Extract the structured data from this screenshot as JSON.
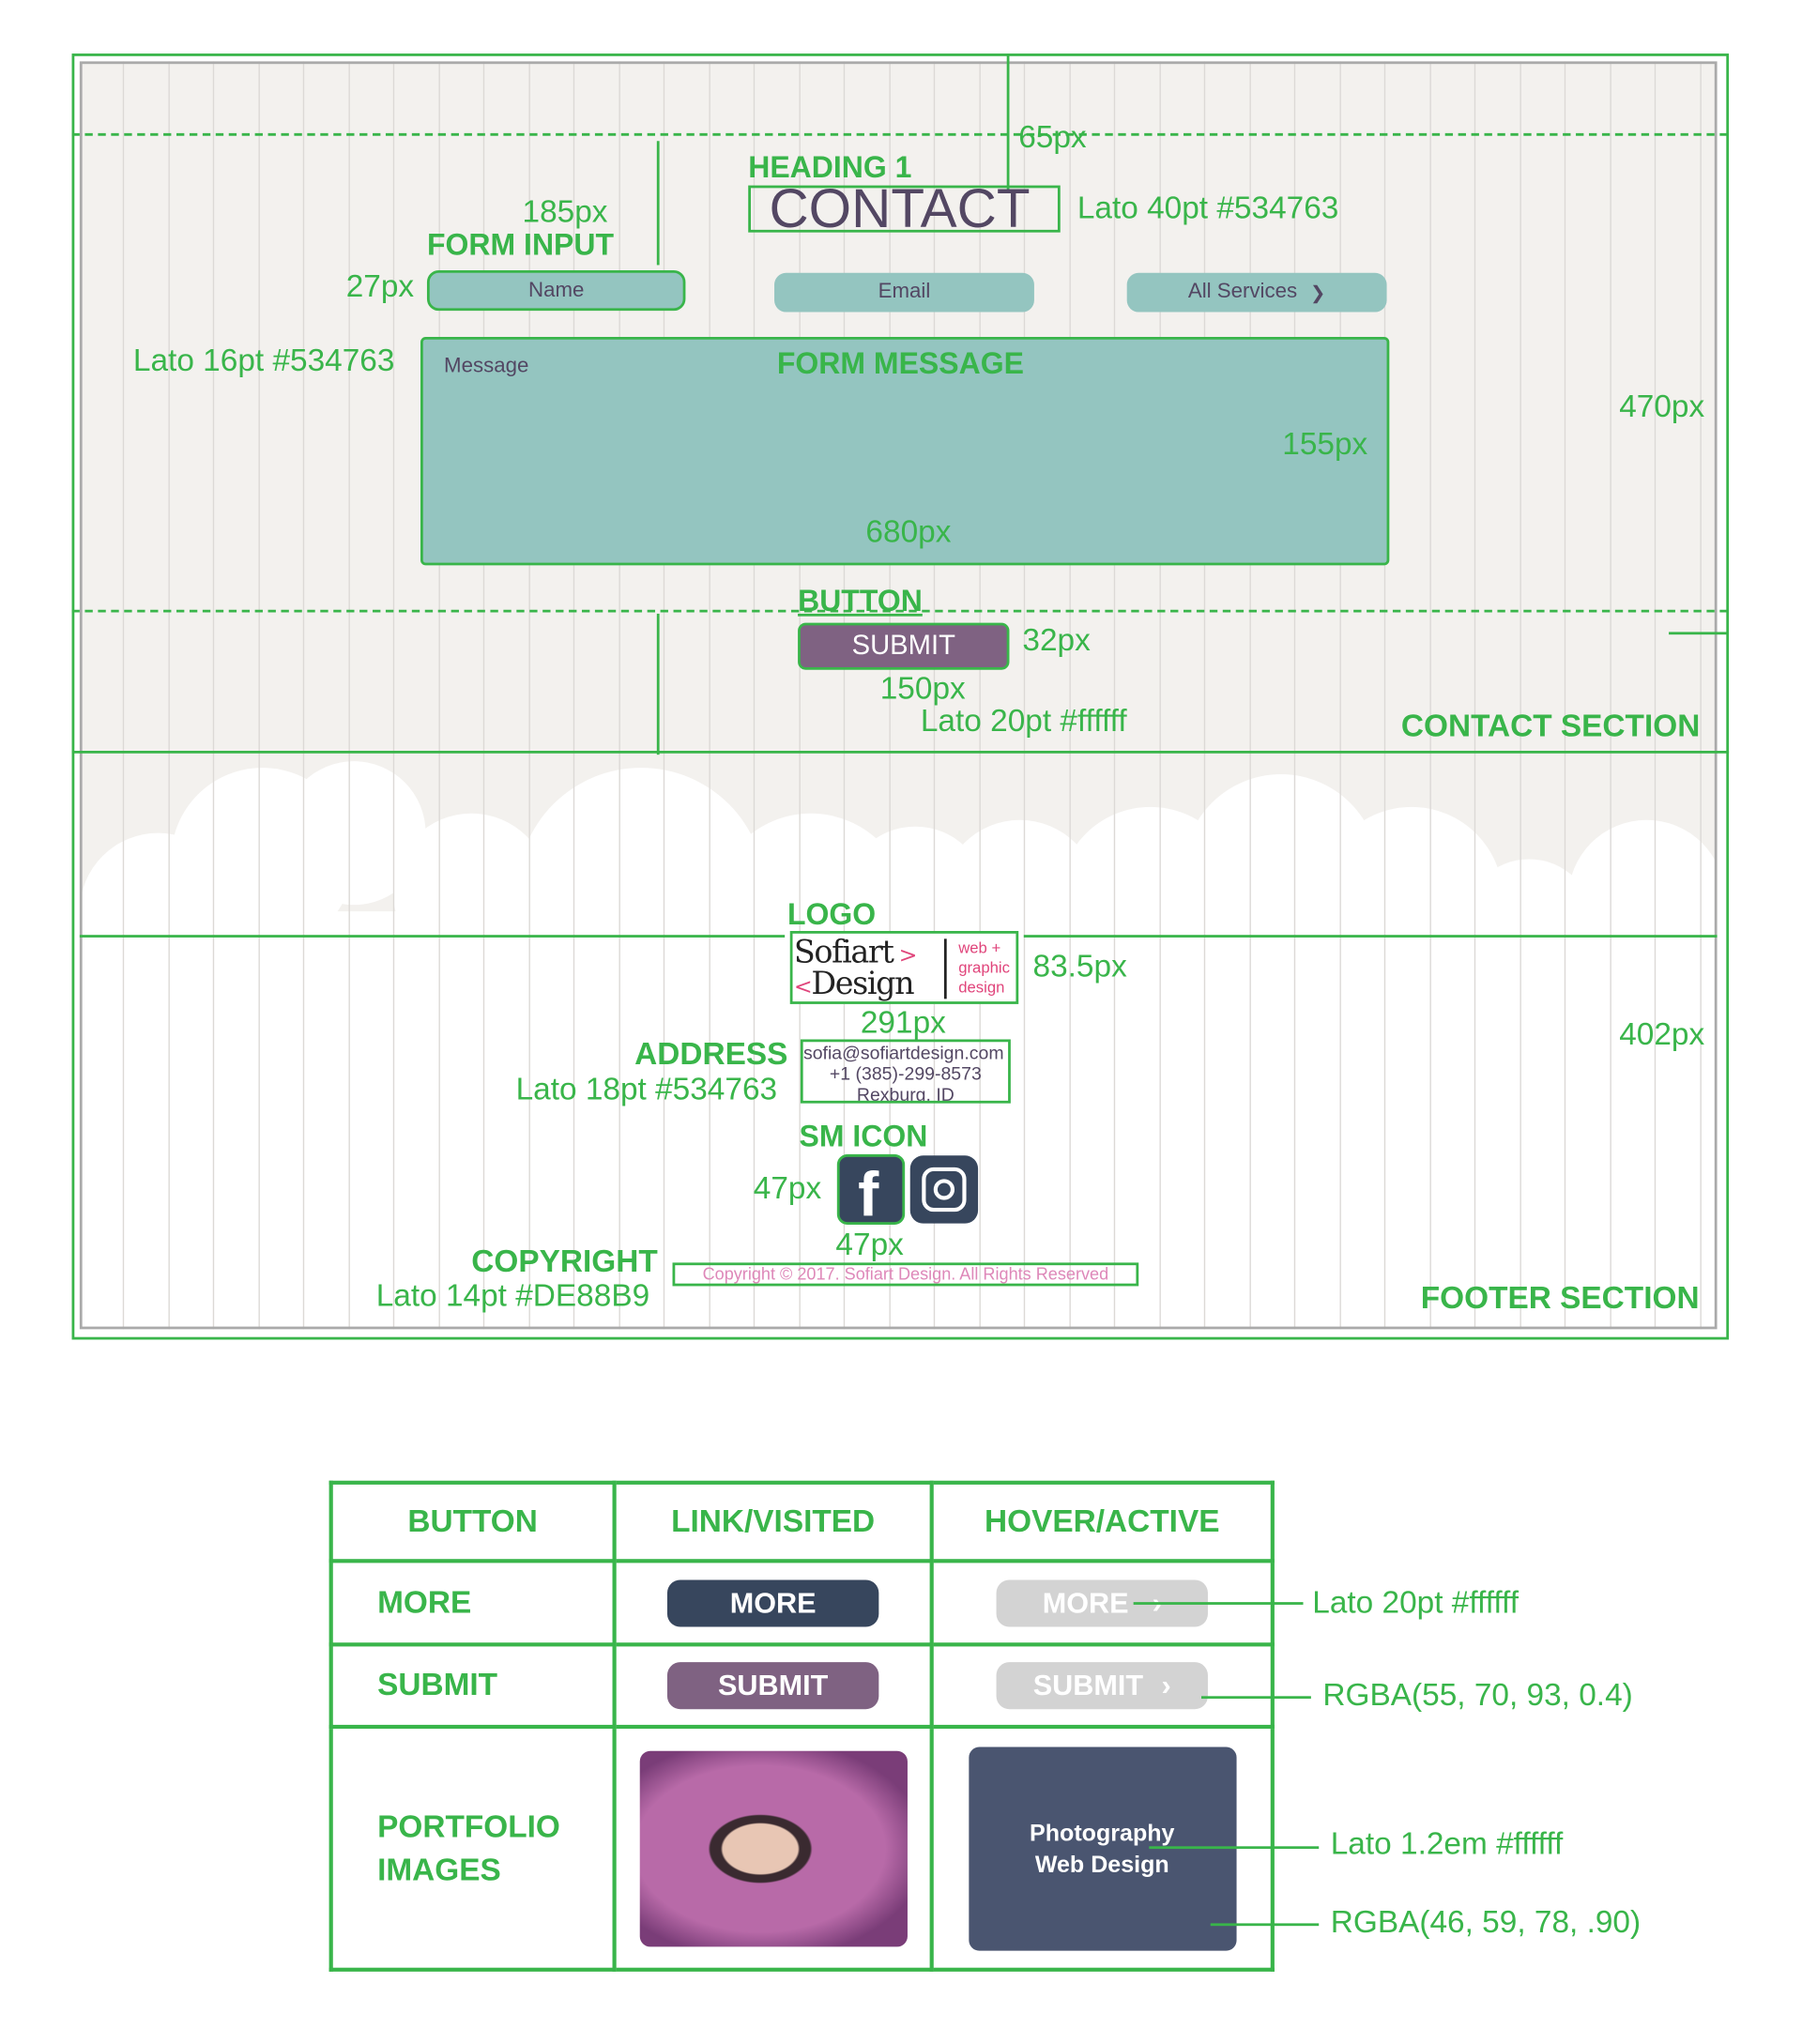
{
  "contact": {
    "heading_label": "HEADING 1",
    "title": "CONTACT",
    "title_dim": "65px",
    "title_font": "Lato 40pt #534763",
    "form_input_dim": "185px",
    "form_input_label": "FORM INPUT",
    "input_height_dim": "27px",
    "input_font": "Lato 16pt #534763",
    "name_placeholder": "Name",
    "email_placeholder": "Email",
    "services_select": "All Services",
    "message_placeholder": "Message",
    "form_message_label": "FORM MESSAGE",
    "message_height_dim": "155px",
    "message_width_dim": "680px",
    "section_height_dim": "470px",
    "button_label": "BUTTON",
    "submit": "SUBMIT",
    "button_height_dim": "32px",
    "button_width_dim": "150px",
    "button_font": "Lato 20pt #ffffff",
    "section_label": "CONTACT SECTION"
  },
  "footer": {
    "logo_label": "LOGO",
    "logo_line1": "Sofiart",
    "logo_line2": "Design",
    "logo_tag": [
      "web +",
      "graphic",
      "design"
    ],
    "logo_height_dim": "83.5px",
    "logo_width_dim": "291px",
    "section_height_dim": "402px",
    "address_label": "ADDRESS",
    "address_font": "Lato 18pt #534763",
    "address": [
      "sofia@sofiartdesign.com",
      "+1 (385)-299-8573",
      "Rexburg, ID"
    ],
    "sm_label": "SM ICON",
    "icon_h_dim": "47px",
    "icon_w_dim": "47px",
    "copyright_label": "COPYRIGHT",
    "copyright_font": "Lato 14pt #DE88B9",
    "copyright": "Copyright © 2017. Sofiart Design. All Rights Reserved",
    "section_label": "FOOTER SECTION"
  },
  "states": {
    "headers": [
      "BUTTON",
      "LINK/VISITED",
      "HOVER/ACTIVE"
    ],
    "rows": [
      "MORE",
      "SUBMIT",
      "PORTFOLIO IMAGES"
    ],
    "more": "MORE",
    "submit": "SUBMIT",
    "overlay_line1": "Photography",
    "overlay_line2": "Web Design",
    "notes": [
      "Lato 20pt #ffffff",
      "RGBA(55, 70, 93, 0.4)",
      "Lato 1.2em #ffffff",
      "RGBA(46, 59, 78, .90)"
    ]
  },
  "colors": {
    "green": "#39b54a",
    "text": "#534763",
    "field": "#94c5c0",
    "submit": "#7f6282",
    "more": "#37465d",
    "pink": "#DE88B9"
  }
}
